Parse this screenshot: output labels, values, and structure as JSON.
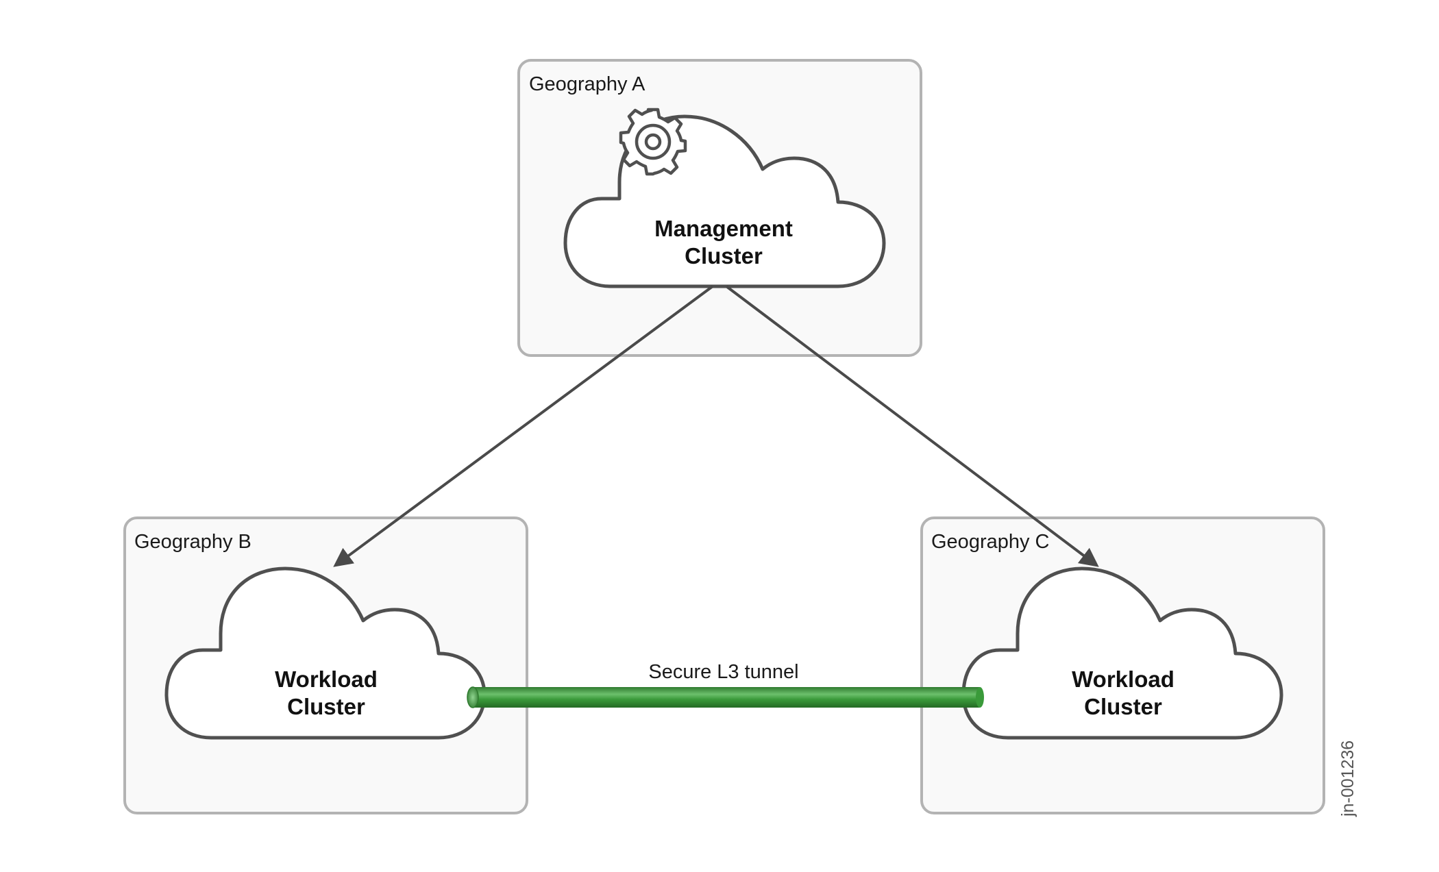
{
  "geographies": [
    {
      "label": "Geography A"
    },
    {
      "label": "Geography B"
    },
    {
      "label": "Geography C"
    }
  ],
  "clusters": {
    "management": {
      "line1": "Management",
      "line2": "Cluster",
      "icon": "gear-icon"
    },
    "workload_b": {
      "line1": "Workload",
      "line2": "Cluster"
    },
    "workload_c": {
      "line1": "Workload",
      "line2": "Cluster"
    }
  },
  "tunnel": {
    "label": "Secure L3 tunnel",
    "color": "#3a9a3a"
  },
  "colors": {
    "box_fill": "#f9f9f9",
    "box_stroke": "#b3b3b3",
    "cloud_stroke": "#505050",
    "arrow": "#4a4a4a"
  },
  "doc_id": "jn-001236"
}
